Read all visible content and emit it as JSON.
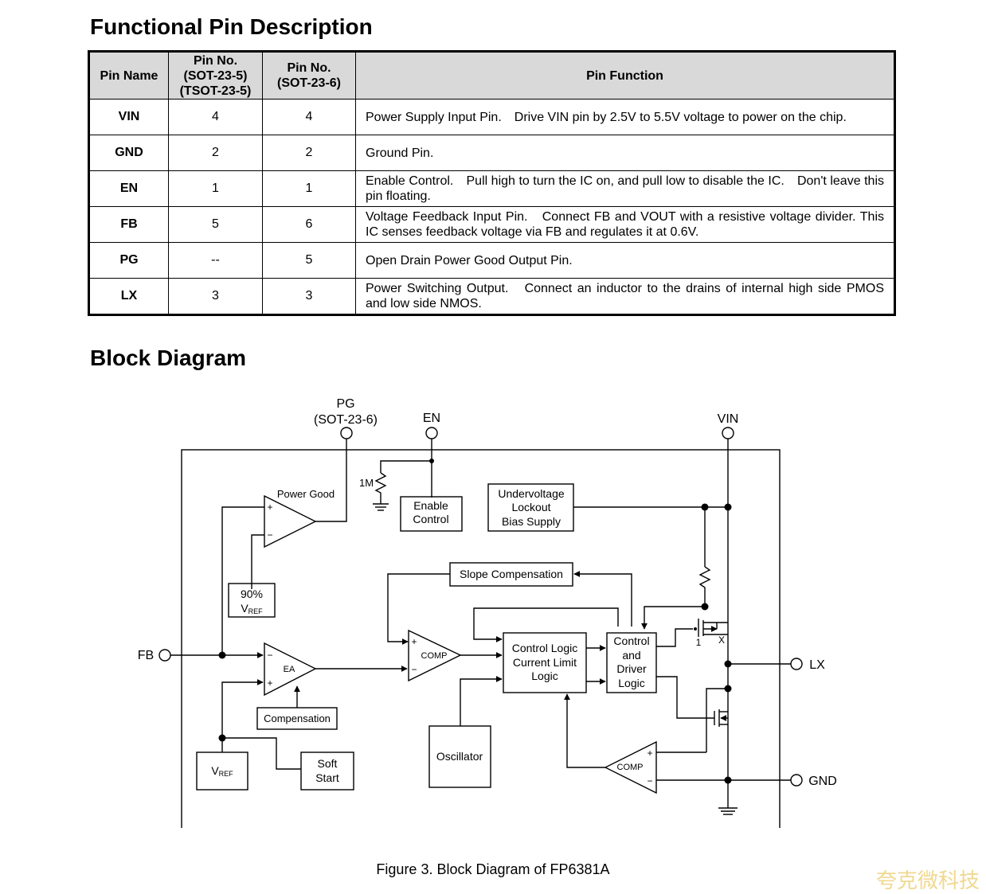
{
  "sections": {
    "pin_title": "Functional Pin Description",
    "block_title": "Block Diagram"
  },
  "table": {
    "headers": {
      "name": "Pin Name",
      "no5": [
        "Pin No.",
        "(SOT-23-5)",
        "(TSOT-23-5)"
      ],
      "no6": [
        "Pin No.",
        "(SOT-23-6)"
      ],
      "func": "Pin Function"
    },
    "rows": [
      {
        "name": "VIN",
        "sot5": "4",
        "sot6": "4",
        "func": "Power Supply Input Pin.　Drive VIN pin by 2.5V to 5.5V voltage to power on the chip."
      },
      {
        "name": "GND",
        "sot5": "2",
        "sot6": "2",
        "func": "Ground Pin."
      },
      {
        "name": "EN",
        "sot5": "1",
        "sot6": "1",
        "func": "Enable Control.　Pull high to turn the IC on, and pull low to disable the IC.　Don't leave this pin floating."
      },
      {
        "name": "FB",
        "sot5": "5",
        "sot6": "6",
        "func": "Voltage Feedback Input Pin.　Connect FB and VOUT with a resistive voltage divider. This IC senses feedback voltage via FB and regulates it at 0.6V."
      },
      {
        "name": "PG",
        "sot5": "--",
        "sot6": "5",
        "func": "Open Drain Power Good Output Pin."
      },
      {
        "name": "LX",
        "sot5": "3",
        "sot6": "3",
        "func": "Power Switching Output.　Connect an inductor to the drains of internal high side PMOS and low side NMOS."
      }
    ]
  },
  "diagram": {
    "pins": {
      "pg": "PG",
      "pg_pkg": "(SOT-23-6)",
      "en": "EN",
      "vin": "VIN",
      "fb": "FB",
      "lx": "LX",
      "gnd": "GND"
    },
    "labels": {
      "power_good": "Power Good",
      "res_1m": "1M",
      "enable": [
        "Enable",
        "Control"
      ],
      "uvlo": [
        "Undervoltage",
        "Lockout",
        "Bias Supply"
      ],
      "slope": "Slope Compensation",
      "pct90": "90%",
      "v": "V",
      "ref": "REF",
      "ea": "EA",
      "comp": "COMP",
      "control_logic": [
        "Control Logic",
        "Current Limit",
        "Logic"
      ],
      "driver": [
        "Control",
        "and",
        "Driver",
        "Logic"
      ],
      "compensation": "Compensation",
      "soft_start": [
        "Soft",
        "Start"
      ],
      "oscillator": "Oscillator",
      "plus": "+",
      "minus": "−",
      "x1": "1",
      "xx": "X"
    },
    "caption": "Figure 3. Block Diagram of FP6381A"
  },
  "watermark": "夸克微科技"
}
